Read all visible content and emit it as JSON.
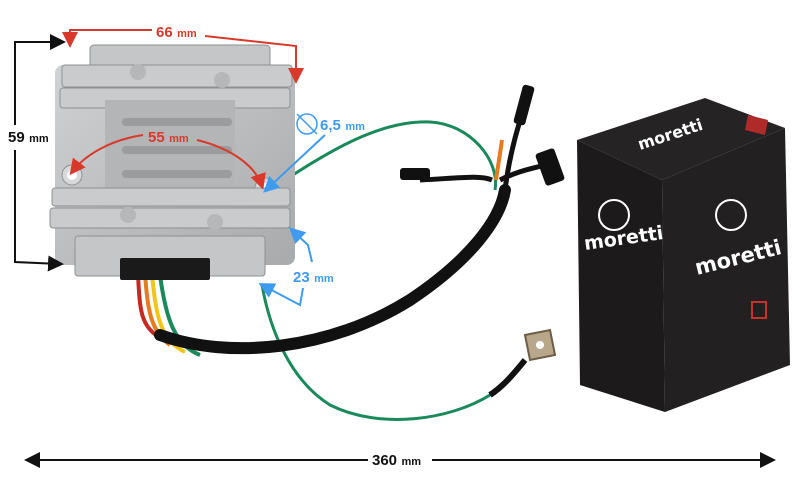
{
  "dimensions": {
    "width": {
      "value": "66",
      "unit": "mm"
    },
    "height": {
      "value": "59",
      "unit": "mm"
    },
    "hole_spacing": {
      "value": "55",
      "unit": "mm"
    },
    "hole_diameter": {
      "value": "6,5",
      "unit": "mm"
    },
    "depth": {
      "value": "23",
      "unit": "mm"
    },
    "cable_length": {
      "value": "360",
      "unit": "mm"
    }
  },
  "packaging": {
    "brand": "moretti"
  },
  "colors": {
    "red_dim": "#d9392b",
    "blue_dim": "#3f9bf0",
    "black_dim": "#111111",
    "box": "#1c1a1b",
    "housing": "#b9bbbc"
  }
}
